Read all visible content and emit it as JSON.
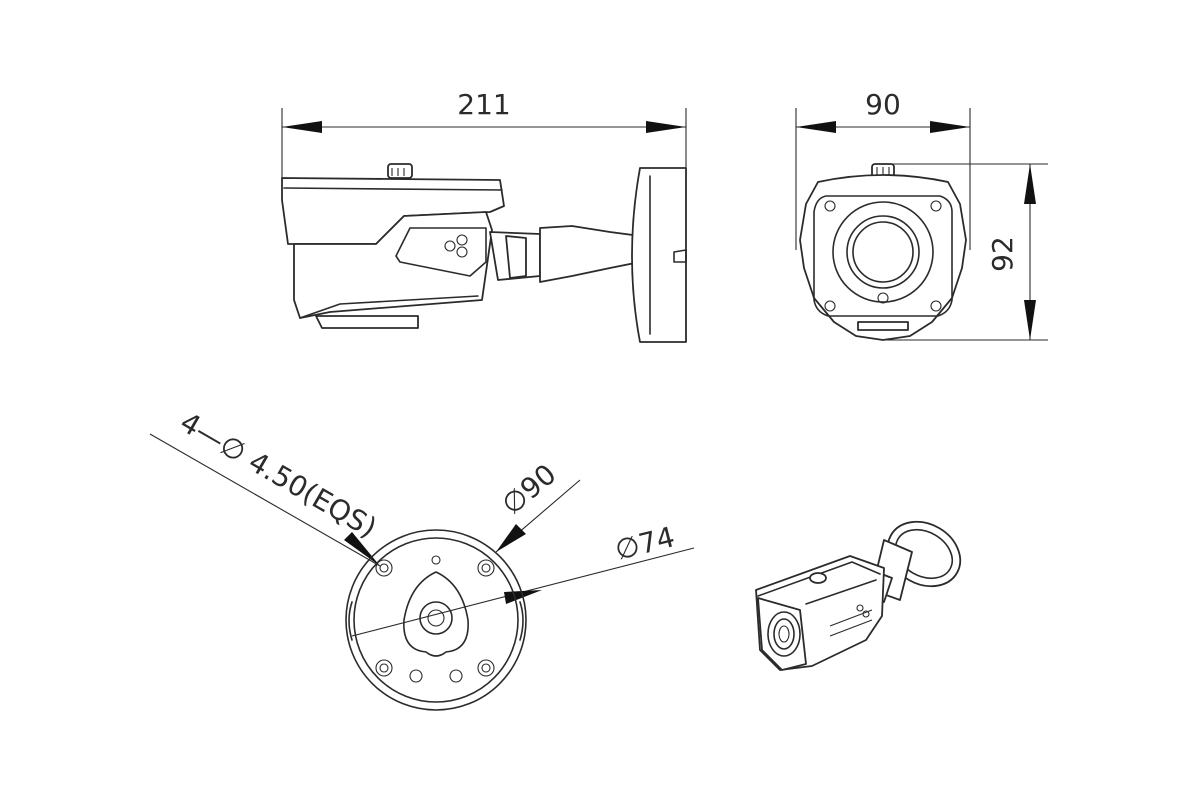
{
  "dimensions": {
    "side_length": "211",
    "front_width": "90",
    "front_height": "92",
    "mount_holes": "4—∅ 4.50(EQS)",
    "base_outer_diameter": "∅90",
    "base_hole_circle": "∅74"
  },
  "colors": {
    "line": "#2b2b2b",
    "background": "#ffffff"
  }
}
